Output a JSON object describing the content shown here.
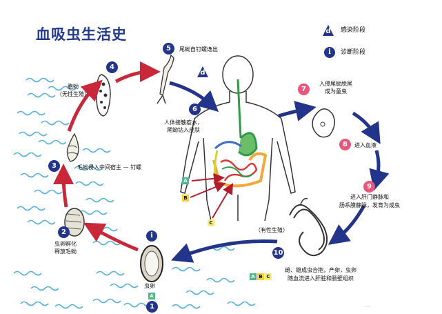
{
  "title": "血吸虫生活史",
  "legend": {
    "infective": "感染阶段",
    "diagnostic": "诊断阶段",
    "infective_symbol": "d",
    "diagnostic_symbol": "i"
  },
  "steps": {
    "s1": {
      "num": "1",
      "label": "虫卵"
    },
    "s2": {
      "num": "2",
      "line1": "虫卵孵化",
      "line2": "释放毛蚴"
    },
    "s3": {
      "num": "3",
      "label": "毛蚴侵入中间宿主 — 钉螺"
    },
    "s4": {
      "num": "4",
      "line1": "胞蚴",
      "line2": "（无性生殖）"
    },
    "s5": {
      "num": "5",
      "label": "尾蚴自钉螺逸出"
    },
    "s6": {
      "num": "6",
      "line1": "人体接触疫水，",
      "line2": "尾蚴钻入皮肤"
    },
    "s7": {
      "num": "7",
      "line1": "入侵尾蚴脱尾",
      "line2": "成为童虫"
    },
    "s8": {
      "num": "8",
      "label": "进入血液"
    },
    "s9": {
      "num": "9",
      "line1": "进入肝门静脉和",
      "line2": "肠系膜静脉，发育为成虫"
    },
    "s10": {
      "num": "10",
      "line1": "雌、雄成虫合抱，产卵，虫卵",
      "line2": "随血流进入肝脏和肠壁组织"
    }
  },
  "worms_label": "（有性生殖）",
  "markers": {
    "A": "A",
    "B": "B",
    "C": "C"
  },
  "watermark": "—",
  "colors": {
    "blue": "#23358a",
    "red": "#c8283a",
    "pink": "#e8577b",
    "water": "#5ab0db",
    "green": "#4fb88a",
    "yellow": "#f4d23a"
  }
}
